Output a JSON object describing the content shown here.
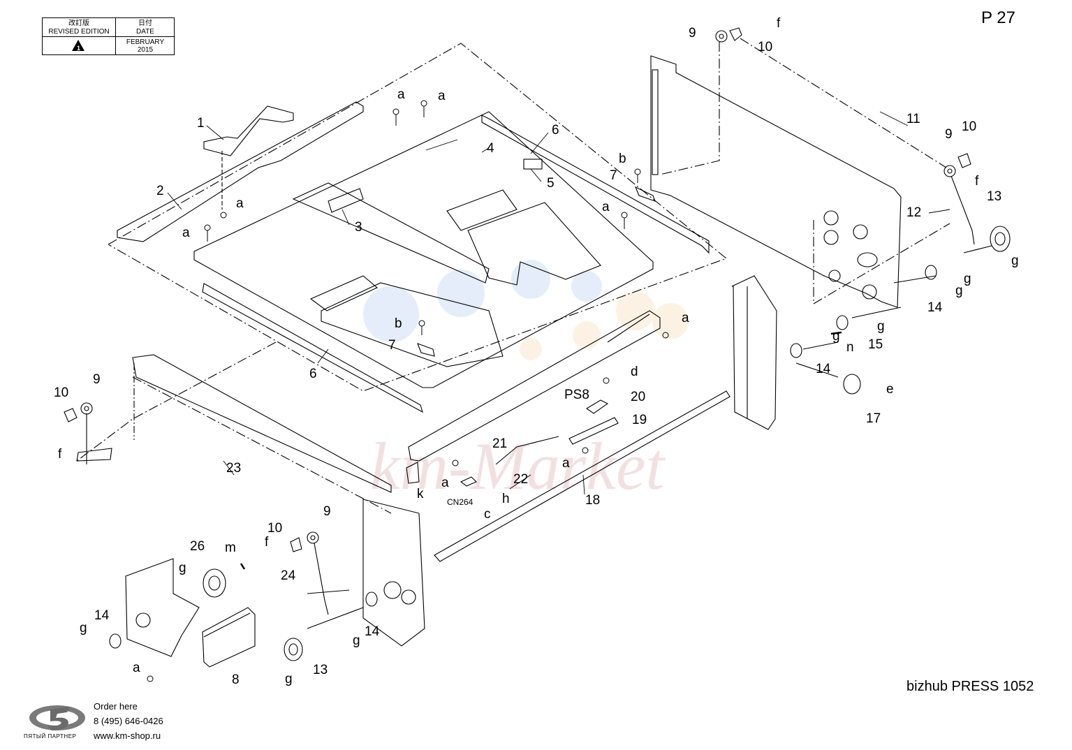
{
  "revision": {
    "label_jp": "改訂版",
    "label_en": "REVISED EDITION",
    "date_jp": "日付",
    "date_en": "DATE",
    "month": "FEBRUARY",
    "year": "2015",
    "mark_icon": "revision-triangle-icon"
  },
  "page_number": "P 27",
  "model": "bizhub PRESS 1052",
  "order": {
    "line1": "Order here",
    "phone": "8 (495) 646-0426",
    "url": "www.km-shop.ru",
    "brand": "ПЯТЫЙ ПАРТНЕР",
    "logo_icon": "5-partner-logo-icon"
  },
  "watermark": "km-Market",
  "callouts": {
    "c1": "1",
    "c2": "2",
    "c3": "3",
    "c4": "4",
    "c5": "5",
    "c6a": "6",
    "c6b": "6",
    "c7a": "7",
    "c7b": "7",
    "c8": "8",
    "c9a": "9",
    "c9b": "9",
    "c9c": "9",
    "c9d": "9",
    "c10a": "10",
    "c10b": "10",
    "c10c": "10",
    "c10d": "10",
    "c11": "11",
    "c12": "12",
    "c13a": "13",
    "c13b": "13",
    "c14a": "14",
    "c14b": "14",
    "c14c": "14",
    "c14d": "14",
    "c15": "15",
    "c17": "17",
    "c18": "18",
    "c19": "19",
    "c20": "20",
    "c21": "21",
    "c22": "22",
    "c23": "23",
    "c24": "24",
    "c26": "26",
    "ps8": "PS8",
    "cn264": "CN264",
    "a1": "a",
    "a2": "a",
    "a3": "a",
    "a4": "a",
    "a5": "a",
    "a6": "a",
    "a7": "a",
    "a8": "a",
    "a9": "a",
    "b1": "b",
    "b2": "b",
    "c_letter": "c",
    "d_letter": "d",
    "e_letter": "e",
    "f1": "f",
    "f2": "f",
    "f3": "f",
    "f4": "f",
    "g1": "g",
    "g2": "g",
    "g3": "g",
    "g4": "g",
    "g5": "g",
    "g6": "g",
    "g7": "g",
    "g8": "g",
    "g9": "g",
    "h_letter": "h",
    "k_letter": "k",
    "m_letter": "m",
    "n_letter": "n"
  }
}
